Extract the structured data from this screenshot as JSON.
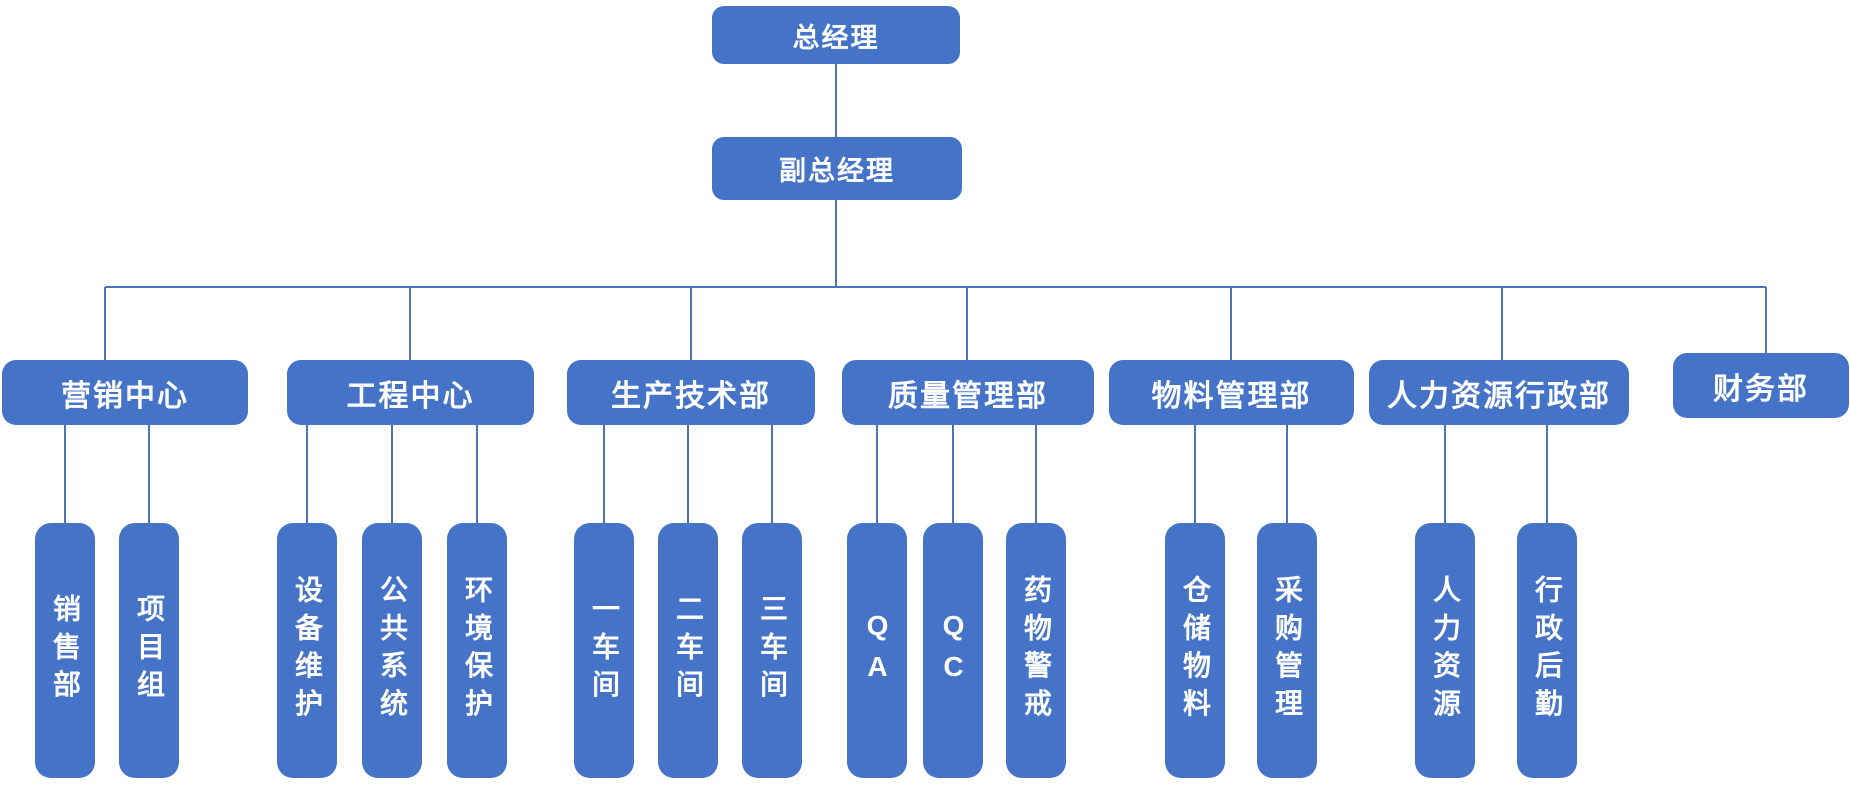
{
  "page": {
    "background_color": "#ffffff"
  },
  "org": {
    "colors": {
      "node_fill": "#4573C8",
      "node_text": "#ffffff",
      "connector": "#4a73ba"
    },
    "root": {
      "label": "总经理"
    },
    "deputy": {
      "label": "副总经理"
    },
    "departments": [
      {
        "label": "营销中心",
        "children": [
          "销售部",
          "项目组"
        ]
      },
      {
        "label": "工程中心",
        "children": [
          "设备维护",
          "公共系统",
          "环境保护"
        ]
      },
      {
        "label": "生产技术部",
        "children": [
          "一车间",
          "二车间",
          "三车间"
        ]
      },
      {
        "label": "质量管理部",
        "children": [
          "QA",
          "QC",
          "药物警戒"
        ]
      },
      {
        "label": "物料管理部",
        "children": [
          "仓储物料",
          "采购管理"
        ]
      },
      {
        "label": "人力资源行政部",
        "children": [
          "人力资源",
          "行政后勤"
        ]
      },
      {
        "label": "财务部",
        "children": []
      }
    ]
  }
}
